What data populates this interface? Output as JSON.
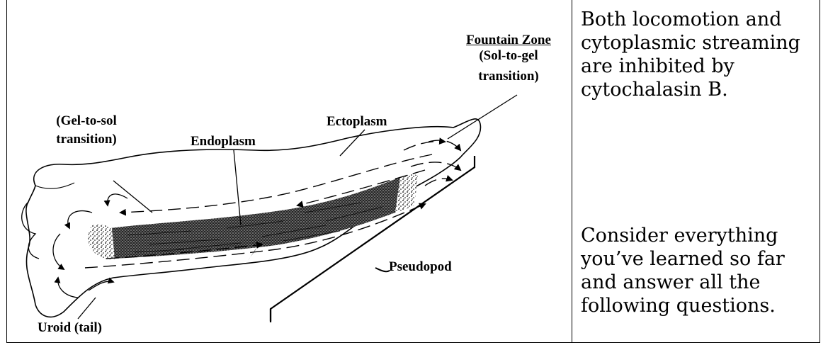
{
  "diagram": {
    "labels": {
      "fountain_zone_title": "Fountain Zone",
      "fountain_zone_line1": "(Sol-to-gel",
      "fountain_zone_line2": "transition)",
      "gel_to_sol_line1": "(Gel-to-sol",
      "gel_to_sol_line2": "transition)",
      "ectoplasm": "Ectoplasm",
      "endoplasm": "Endoplasm",
      "pseudopod": "Pseudopod",
      "uroid": "Uroid (tail)"
    }
  },
  "side_text": {
    "paragraph1_lines": [
      "Both locomotion and",
      "cytoplasmic streaming",
      "are inhibited by",
      "cytochalasin B."
    ],
    "paragraph2_lines": [
      "Consider everything",
      "you’ve learned so far",
      "and answer all the",
      "following questions."
    ]
  },
  "colors": {
    "ink": "#000000",
    "background": "#ffffff"
  }
}
